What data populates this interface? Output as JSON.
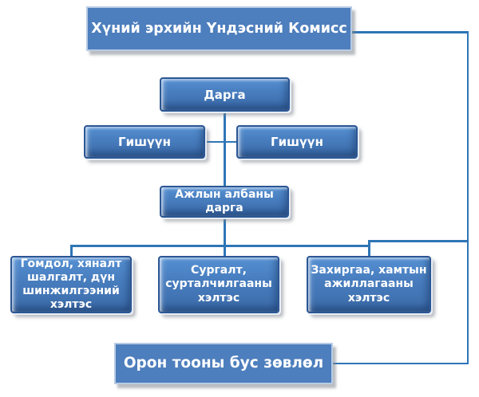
{
  "diagram": {
    "root": "Хүний эрхийн Үндэсний Комисс",
    "chairman": "Дарга",
    "member_left": "Гишүүн",
    "member_right": "Гишүүн",
    "office_head": "Ажлын албаны\nдарга",
    "departments": [
      {
        "label": "Гомдол, хяналт\nшалгалт, дүн\nшинжилгээний\nхэлтэс"
      },
      {
        "label": "Сургалт,\nсурталчилгааны\nхэлтэс"
      },
      {
        "label": "Захиргаа, хамтын\nажиллагааны хэлтэс"
      }
    ],
    "council": "Орон тооны бус зөвлөл",
    "colors": {
      "background": "#ffffff",
      "box_fill_flat": "#4d7ebd",
      "box_gradient_top": "#5590d2",
      "box_gradient_bottom": "#3c6caa",
      "box_border_dark": "#2b5694",
      "box_border_light": "#b7cbe5",
      "connector": "#2e75b6",
      "text": "#ffffff"
    }
  }
}
